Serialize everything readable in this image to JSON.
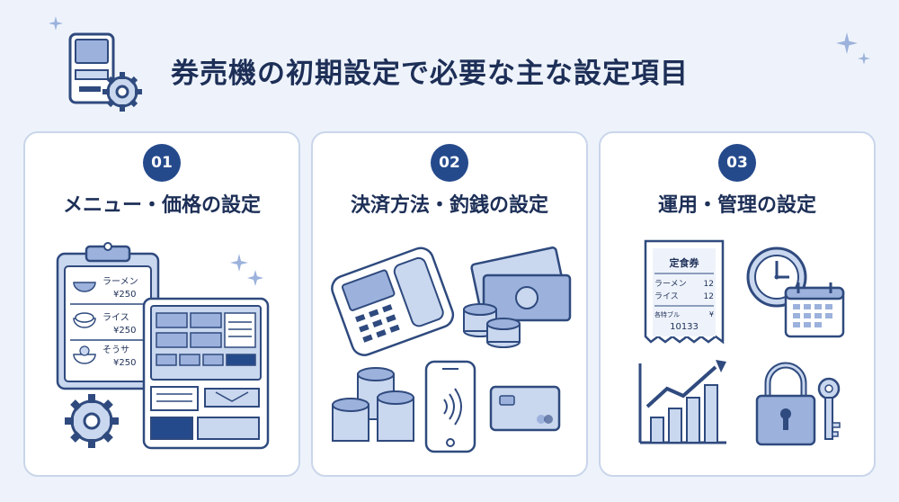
{
  "title": "券売機の初期設定で必要な主な設定項目",
  "colors": {
    "accent": "#254a8c",
    "outline": "#2f4a7e",
    "fill_light": "#c9d7ef",
    "fill_mid": "#9cb2dc",
    "background": "#eef3fb"
  },
  "sections": [
    {
      "number": "01",
      "heading": "メニュー・価格の設定",
      "menu_items": [
        {
          "name": "ラーメン",
          "price": "¥250"
        },
        {
          "name": "ライス",
          "price": "¥250"
        },
        {
          "name": "そうサ",
          "price": "¥250"
        }
      ],
      "icons": [
        "clipboard-menu-icon",
        "ticket-machine-screen-icon",
        "gear-icon"
      ]
    },
    {
      "number": "02",
      "heading": "決済方法・釣銭の設定",
      "icons": [
        "card-terminal-icon",
        "banknotes-icon",
        "coin-stack-icon",
        "smartphone-nfc-icon",
        "credit-card-icon"
      ]
    },
    {
      "number": "03",
      "heading": "運用・管理の設定",
      "ticket": {
        "title": "定食券",
        "rows": [
          {
            "name": "ラーメン",
            "qty": "12"
          },
          {
            "name": "ライス",
            "qty": "12"
          }
        ],
        "footer_left": "各特ブル",
        "footer_right": "¥",
        "total": "10133"
      },
      "icons": [
        "receipt-icon",
        "clock-icon",
        "calendar-icon",
        "growth-chart-icon",
        "padlock-icon",
        "key-icon"
      ]
    }
  ]
}
